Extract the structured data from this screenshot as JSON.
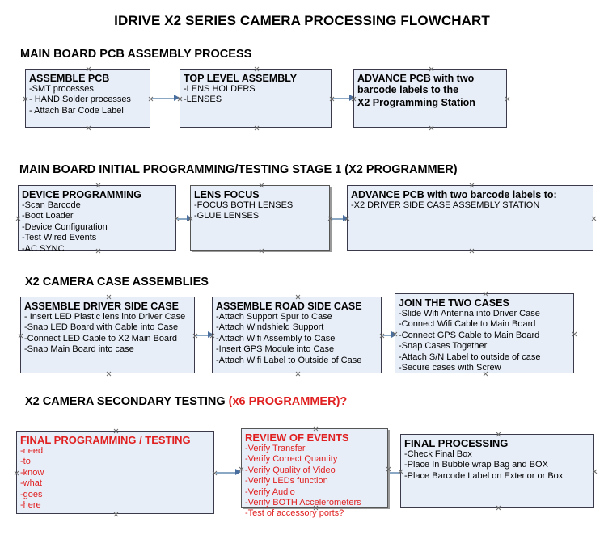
{
  "document": {
    "title": "IDRIVE X2  SERIES CAMERA PROCESSING FLOWCHART",
    "accent_red": "#e02020",
    "node_fill": "#e8eef8",
    "node_border": "#3a3a4a",
    "connector_color": "#8aa7c4",
    "arrow_color": "#4a6f9e"
  },
  "sections": [
    {
      "id": "main-board-pcb-assembly-process",
      "heading": "MAIN BOARD PCB ASSEMBLY PROCESS",
      "heading_red": "",
      "nodes": [
        {
          "id": "assemble-pcb",
          "title": "ASSEMBLE PCB",
          "items": [
            "-SMT processes",
            "- HAND Solder processes",
            "- Attach Bar Code Label"
          ]
        },
        {
          "id": "top-level-assembly",
          "title": "TOP LEVEL ASSEMBLY",
          "items": [
            "-LENS HOLDERS",
            "-LENSES"
          ]
        },
        {
          "id": "advance-pcb-to-x2-programming-station",
          "title": "ADVANCE PCB with two",
          "items": [
            "barcode labels to the",
            " X2 Programming Station"
          ]
        }
      ]
    },
    {
      "id": "main-board-initial-programming-testing-stage-1",
      "heading": "MAIN BOARD INITIAL PROGRAMMING/TESTING STAGE 1 (X2 PROGRAMMER)",
      "heading_red": "",
      "nodes": [
        {
          "id": "device-programming",
          "title": "DEVICE PROGRAMMING",
          "items": [
            "-Scan Barcode",
            "-Boot Loader",
            "-Device Configuration",
            "-Test Wired Events",
            "-AC SYNC"
          ]
        },
        {
          "id": "lens-focus",
          "title": "LENS FOCUS",
          "items": [
            "-FOCUS BOTH LENSES",
            "-GLUE LENSES"
          ]
        },
        {
          "id": "advance-pcb-to-driver-side-case-assembly",
          "title": "ADVANCE PCB with two barcode labels to:",
          "items": [
            "-X2 DRIVER  SIDE  CASE  ASSEMBLY STATION"
          ]
        }
      ]
    },
    {
      "id": "x2-camera-case-assemblies",
      "heading": "X2 CAMERA CASE ASSEMBLIES",
      "heading_red": "",
      "nodes": [
        {
          "id": "assemble-driver-side-case",
          "title": "ASSEMBLE DRIVER SIDE CASE",
          "items": [
            "- Insert LED Plastic lens into Driver Case",
            "-Snap LED Board with Cable into Case",
            "-Connect LED Cable to X2 Main Board",
            "-Snap Main Board into case"
          ]
        },
        {
          "id": "assemble-road-side-case",
          "title": "ASSEMBLE ROAD SIDE CASE",
          "items": [
            "-Attach Support Spur to Case",
            "-Attach Windshield Support",
            "-Attach Wifi Assembly to Case",
            "-Insert GPS Module into Case",
            "-Attach Wifi Label to Outside of Case"
          ]
        },
        {
          "id": "join-the-two-cases",
          "title": "JOIN THE TWO CASES",
          "items": [
            "-Slide Wifi Antenna into Driver Case",
            "-Connect Wifi Cable to Main Board",
            "-Connect GPS Cable to Main Board",
            "-Snap Cases Together",
            "-Attach S/N Label to outside of case",
            "-Secure cases with Screw"
          ]
        }
      ]
    },
    {
      "id": "x2-camera-secondary-testing",
      "heading": "X2 CAMERA SECONDARY TESTING ",
      "heading_red": "(x6 PROGRAMMER)?",
      "nodes": [
        {
          "id": "final-programming-testing",
          "title": "FINAL PROGRAMMING / TESTING",
          "items": [
            "-need",
            "-to",
            "-know",
            "-what",
            "-goes",
            "-here"
          ]
        },
        {
          "id": "review-of-events",
          "title": "REVIEW OF EVENTS",
          "items": [
            "-Verify Transfer",
            "-Verify Correct Quantity",
            "-Verify Quality of Video",
            "-Verify LEDs function",
            "-Verify Audio",
            "-Verify BOTH Accelerometers",
            "-Test of accessory ports?"
          ]
        },
        {
          "id": "final-processing",
          "title": "FINAL PROCESSING",
          "items": [
            " -Check Final Box",
            "-Place In Bubble wrap Bag and BOX",
            "-Place Barcode Label on Exterior or Box"
          ]
        }
      ]
    }
  ]
}
